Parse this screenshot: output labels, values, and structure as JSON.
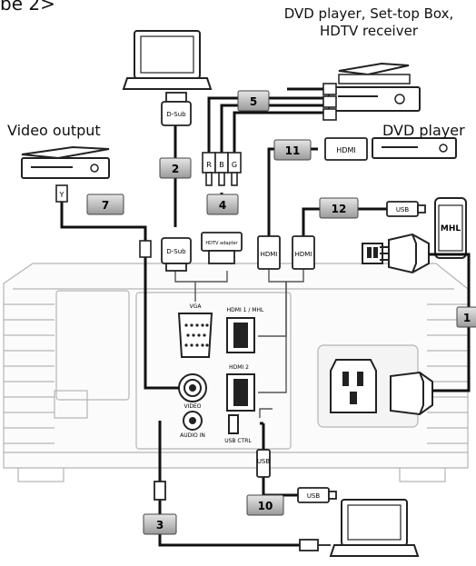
{
  "title_fragment": "be 2>",
  "labels": {
    "dvd_stb_line1": "DVD player, Set-top Box,",
    "dvd_stb_line2": "HDTV receiver",
    "video_output": "Video output",
    "dvd_player": "DVD player"
  },
  "connectors": {
    "dsub_top": "D-Sub",
    "dsub_bottom": "D-Sub",
    "hdtv_adapter": "HDTV adapter",
    "hdmi_left": "HDMI",
    "hdmi_right": "HDMI",
    "hdmi_cable_end": "HDMI",
    "usb_mhl": "USB",
    "usb_vertical": "USB",
    "usb_laptop": "USB",
    "rca_r": "R",
    "rca_b": "B",
    "rca_g": "G",
    "rca_y": "Y",
    "mhl_phone": "MHL"
  },
  "ports": {
    "vga": "VGA",
    "hdmi1": "HDMI 1 / MHL",
    "hdmi2": "HDMI 2",
    "video": "VIDEO",
    "audio_in": "AUDIO IN",
    "usb_ctrl": "USB CTRL"
  },
  "cable_numbers": [
    "1",
    "2",
    "3",
    "4",
    "5",
    "7",
    "10",
    "11",
    "12"
  ]
}
